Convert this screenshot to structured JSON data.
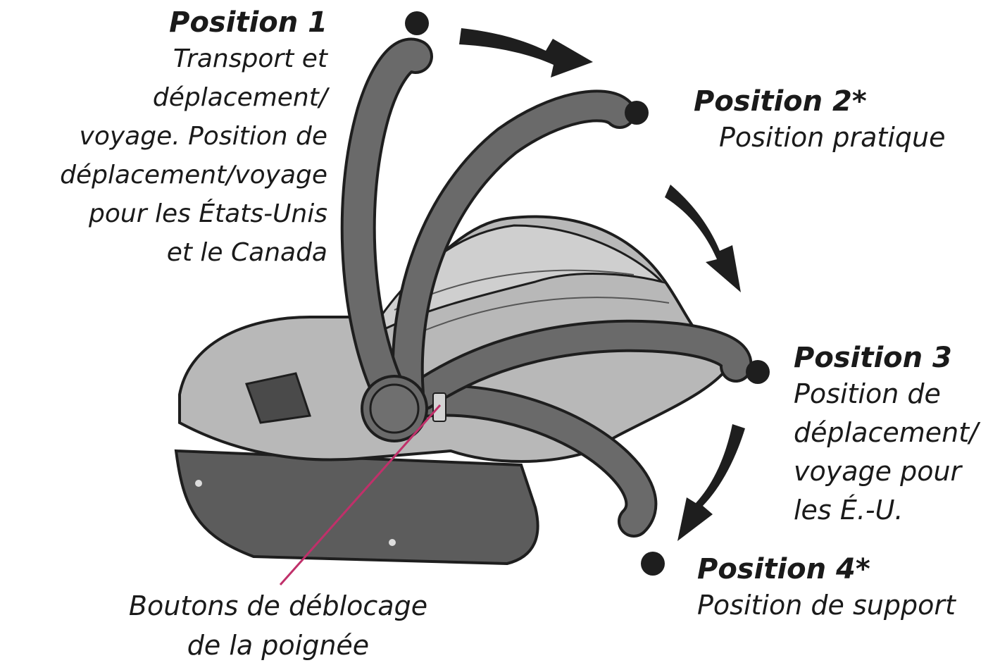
{
  "positions": [
    {
      "title": "Position 1",
      "description": "Transport et\ndéplacement/\nvoyage. Position de\ndéplacement/voyage\npour les États-Unis\net le Canada"
    },
    {
      "title": "Position 2*",
      "description": "Position pratique"
    },
    {
      "title": "Position 3",
      "description": "Position de\ndéplacement/\nvoyage pour\nles É.-U."
    },
    {
      "title": "Position 4*",
      "description": "Position de support"
    }
  ],
  "release_label": "Boutons de déblocage\nde la poignée",
  "colors": {
    "handle": "#6a6a6a",
    "handle_outline": "#1e1e1e",
    "seat_shell": "#b8b8b8",
    "seat_base": "#5c5c5c",
    "arrow": "#1e1e1e",
    "pointer_line": "#c0306a",
    "text": "#1a1a1a"
  },
  "icons": [
    "car-seat-illustration",
    "carry-handle-icon",
    "rotation-arrow-icon",
    "position-dot-icon"
  ]
}
